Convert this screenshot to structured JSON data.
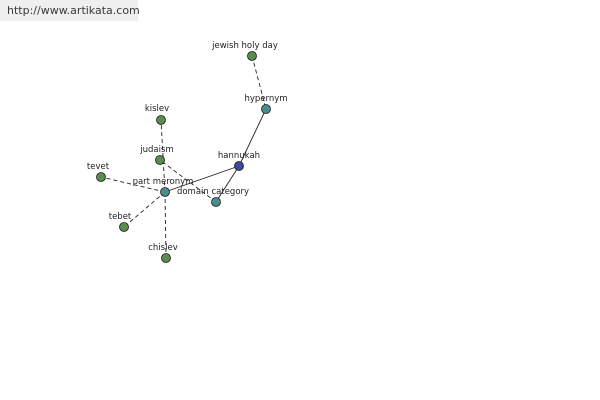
{
  "header": {
    "url": "http://www.artikata.com"
  },
  "colors": {
    "leaf_node": "#5a8c4e",
    "relation_node": "#4c8c8c",
    "center_node": "#3c4c9c",
    "edge": "#222222"
  },
  "graph": {
    "nodes": [
      {
        "id": "jewish-holy-day",
        "label": "jewish holy day",
        "kind": "leaf"
      },
      {
        "id": "hypernym",
        "label": "hypernym",
        "kind": "relation"
      },
      {
        "id": "kislev",
        "label": "kislev",
        "kind": "leaf"
      },
      {
        "id": "judaism",
        "label": "judaism",
        "kind": "leaf"
      },
      {
        "id": "hannukah",
        "label": "hannukah",
        "kind": "center"
      },
      {
        "id": "tevet",
        "label": "tevet",
        "kind": "leaf"
      },
      {
        "id": "part-meronym",
        "label": "part meronym",
        "kind": "relation"
      },
      {
        "id": "domain-category",
        "label": "domain category",
        "kind": "relation"
      },
      {
        "id": "tebet",
        "label": "tebet",
        "kind": "leaf"
      },
      {
        "id": "chislev",
        "label": "chislev",
        "kind": "leaf"
      }
    ],
    "edges": [
      {
        "from": "jewish-holy-day",
        "to": "hypernym",
        "style": "dashed"
      },
      {
        "from": "hypernym",
        "to": "hannukah",
        "style": "solid"
      },
      {
        "from": "hannukah",
        "to": "part-meronym",
        "style": "solid"
      },
      {
        "from": "hannukah",
        "to": "domain-category",
        "style": "solid"
      },
      {
        "from": "domain-category",
        "to": "judaism",
        "style": "dashed"
      },
      {
        "from": "part-meronym",
        "to": "kislev",
        "style": "dashed"
      },
      {
        "from": "part-meronym",
        "to": "tevet",
        "style": "dashed"
      },
      {
        "from": "part-meronym",
        "to": "tebet",
        "style": "dashed"
      },
      {
        "from": "part-meronym",
        "to": "chislev",
        "style": "dashed"
      }
    ]
  }
}
